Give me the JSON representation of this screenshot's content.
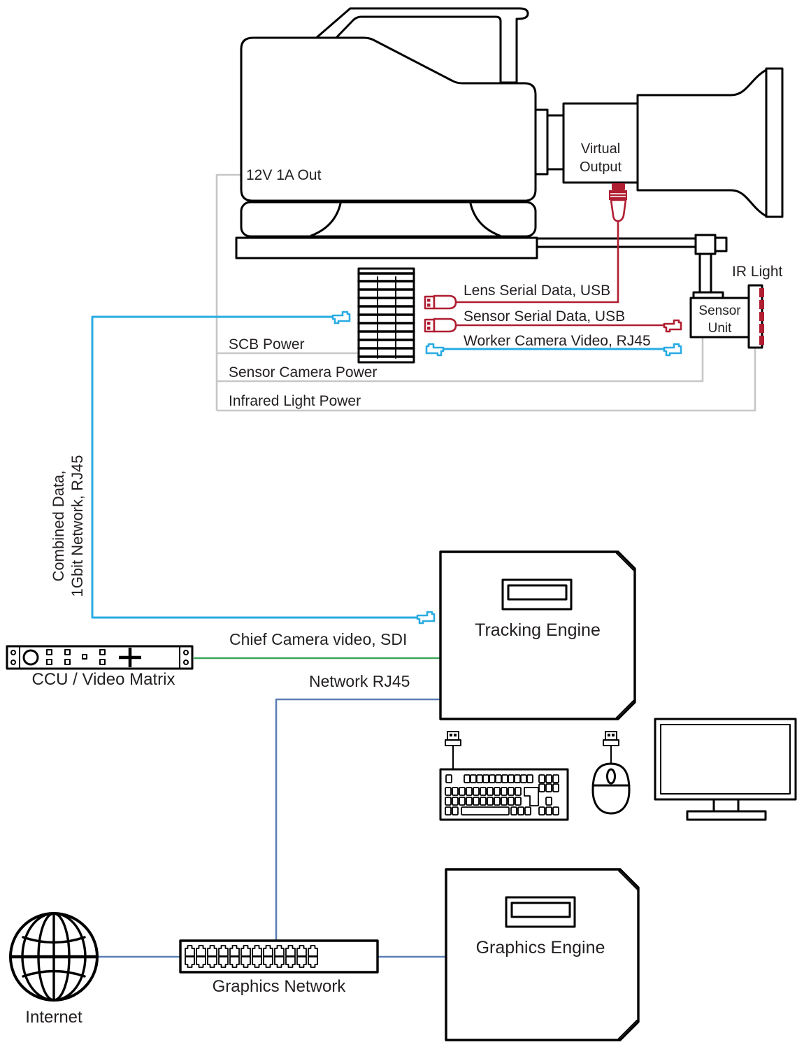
{
  "labels": {
    "camera_power": "12V 1A Out",
    "virtual_output_1": "Virtual",
    "virtual_output_2": "Output",
    "ir_light": "IR Light",
    "sensor_unit_1": "Sensor",
    "sensor_unit_2": "Unit",
    "lens_serial": "Lens Serial Data, USB",
    "sensor_serial": "Sensor Serial Data, USB",
    "worker_video": "Worker Camera Video, RJ45",
    "scb_power": "SCB Power",
    "sensor_camera_power": "Sensor Camera Power",
    "infrared_power": "Infrared Light Power",
    "combined_1": "Combined Data,",
    "combined_2": "1Gbit Network, RJ45",
    "ccu": "CCU / Video Matrix",
    "chief_video": "Chief Camera video, SDI",
    "network": "Network RJ45",
    "tracking_engine": "Tracking Engine",
    "graphics_engine": "Graphics Engine",
    "graphics_network": "Graphics Network",
    "internet": "Internet"
  },
  "colors": {
    "cyan": "#29ABE2",
    "red": "#B01E31",
    "green": "#3BA558",
    "steel": "#5B7FB5",
    "gray": "#C7C7C7",
    "ink": "#000000",
    "text": "#231F20"
  }
}
